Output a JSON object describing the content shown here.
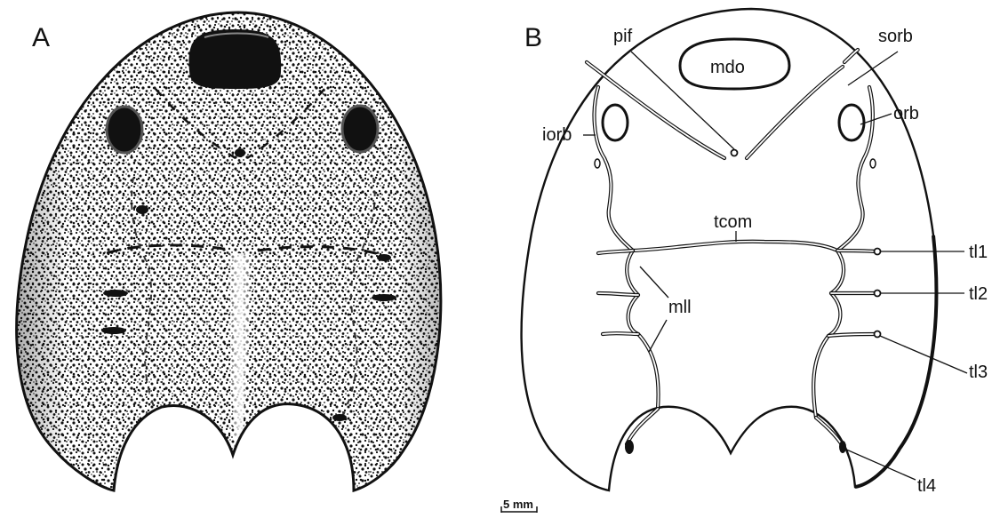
{
  "panels": {
    "a": {
      "letter": "A"
    },
    "b": {
      "letter": "B"
    }
  },
  "labels": {
    "pif": "pif",
    "sorb": "sorb",
    "mdo": "mdo",
    "orb": "orb",
    "iorb": "iorb",
    "tcom": "tcom",
    "tl1": "tl1",
    "mll": "mll",
    "tl2": "tl2",
    "tl3": "tl3",
    "tl4": "tl4"
  },
  "scale_bar": {
    "label": "5 mm"
  }
}
